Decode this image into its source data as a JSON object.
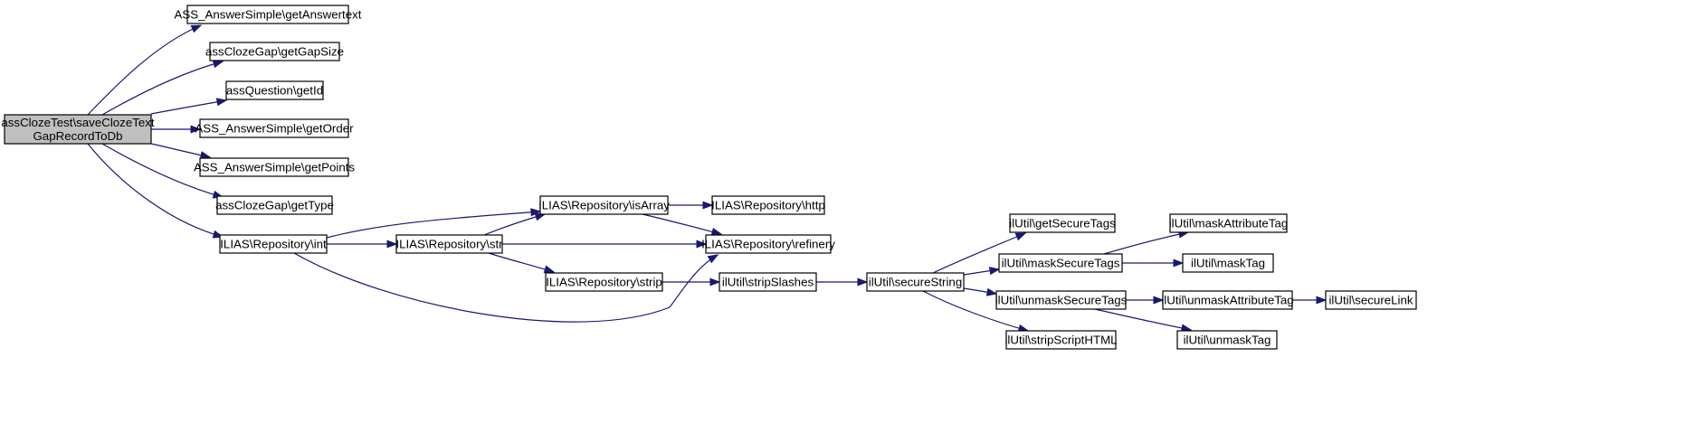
{
  "graph": {
    "edge_color": "#191970",
    "root_fill": "#bfbfbf",
    "nodes": [
      {
        "id": "root",
        "lines": [
          "assClozeTest\\saveClozeText",
          "GapRecordToDb"
        ],
        "root": true
      },
      {
        "id": "getAnswertext",
        "lines": [
          "ASS_AnswerSimple\\getAnswertext"
        ]
      },
      {
        "id": "getGapSize",
        "lines": [
          "assClozeGap\\getGapSize"
        ]
      },
      {
        "id": "getId",
        "lines": [
          "assQuestion\\getId"
        ]
      },
      {
        "id": "getOrder",
        "lines": [
          "ASS_AnswerSimple\\getOrder"
        ]
      },
      {
        "id": "getPoints",
        "lines": [
          "ASS_AnswerSimple\\getPoints"
        ]
      },
      {
        "id": "getType",
        "lines": [
          "assClozeGap\\getType"
        ]
      },
      {
        "id": "int",
        "lines": [
          "ILIAS\\Repository\\int"
        ]
      },
      {
        "id": "isArray",
        "lines": [
          "ILIAS\\Repository\\isArray"
        ]
      },
      {
        "id": "str",
        "lines": [
          "ILIAS\\Repository\\str"
        ]
      },
      {
        "id": "strip",
        "lines": [
          "ILIAS\\Repository\\strip"
        ]
      },
      {
        "id": "http",
        "lines": [
          "ILIAS\\Repository\\http"
        ]
      },
      {
        "id": "refinery",
        "lines": [
          "ILIAS\\Repository\\refinery"
        ]
      },
      {
        "id": "stripSlashes",
        "lines": [
          "ilUtil\\stripSlashes"
        ]
      },
      {
        "id": "secureString",
        "lines": [
          "ilUtil\\secureString"
        ]
      },
      {
        "id": "getSecureTags",
        "lines": [
          "ilUtil\\getSecureTags"
        ]
      },
      {
        "id": "maskSecureTags",
        "lines": [
          "ilUtil\\maskSecureTags"
        ]
      },
      {
        "id": "unmaskSecureTags",
        "lines": [
          "ilUtil\\unmaskSecureTags"
        ]
      },
      {
        "id": "stripScriptHTML",
        "lines": [
          "ilUtil\\stripScriptHTML"
        ]
      },
      {
        "id": "maskAttributeTag",
        "lines": [
          "ilUtil\\maskAttributeTag"
        ]
      },
      {
        "id": "maskTag",
        "lines": [
          "ilUtil\\maskTag"
        ]
      },
      {
        "id": "unmaskAttributeTag",
        "lines": [
          "ilUtil\\unmaskAttributeTag"
        ]
      },
      {
        "id": "unmaskTag",
        "lines": [
          "ilUtil\\unmaskTag"
        ]
      },
      {
        "id": "secureLink",
        "lines": [
          "ilUtil\\secureLink"
        ]
      }
    ],
    "edges": [
      {
        "from": "root",
        "to": "getAnswertext"
      },
      {
        "from": "root",
        "to": "getGapSize"
      },
      {
        "from": "root",
        "to": "getId"
      },
      {
        "from": "root",
        "to": "getOrder"
      },
      {
        "from": "root",
        "to": "getPoints"
      },
      {
        "from": "root",
        "to": "getType"
      },
      {
        "from": "root",
        "to": "int"
      },
      {
        "from": "int",
        "to": "isArray"
      },
      {
        "from": "int",
        "to": "str"
      },
      {
        "from": "int",
        "to": "refinery"
      },
      {
        "from": "str",
        "to": "isArray"
      },
      {
        "from": "str",
        "to": "refinery"
      },
      {
        "from": "str",
        "to": "strip"
      },
      {
        "from": "isArray",
        "to": "http"
      },
      {
        "from": "isArray",
        "to": "refinery"
      },
      {
        "from": "strip",
        "to": "stripSlashes"
      },
      {
        "from": "stripSlashes",
        "to": "secureString"
      },
      {
        "from": "secureString",
        "to": "getSecureTags"
      },
      {
        "from": "secureString",
        "to": "maskSecureTags"
      },
      {
        "from": "secureString",
        "to": "unmaskSecureTags"
      },
      {
        "from": "secureString",
        "to": "stripScriptHTML"
      },
      {
        "from": "maskSecureTags",
        "to": "maskAttributeTag"
      },
      {
        "from": "maskSecureTags",
        "to": "maskTag"
      },
      {
        "from": "unmaskSecureTags",
        "to": "unmaskAttributeTag"
      },
      {
        "from": "unmaskSecureTags",
        "to": "unmaskTag"
      },
      {
        "from": "unmaskAttributeTag",
        "to": "secureLink"
      }
    ]
  }
}
